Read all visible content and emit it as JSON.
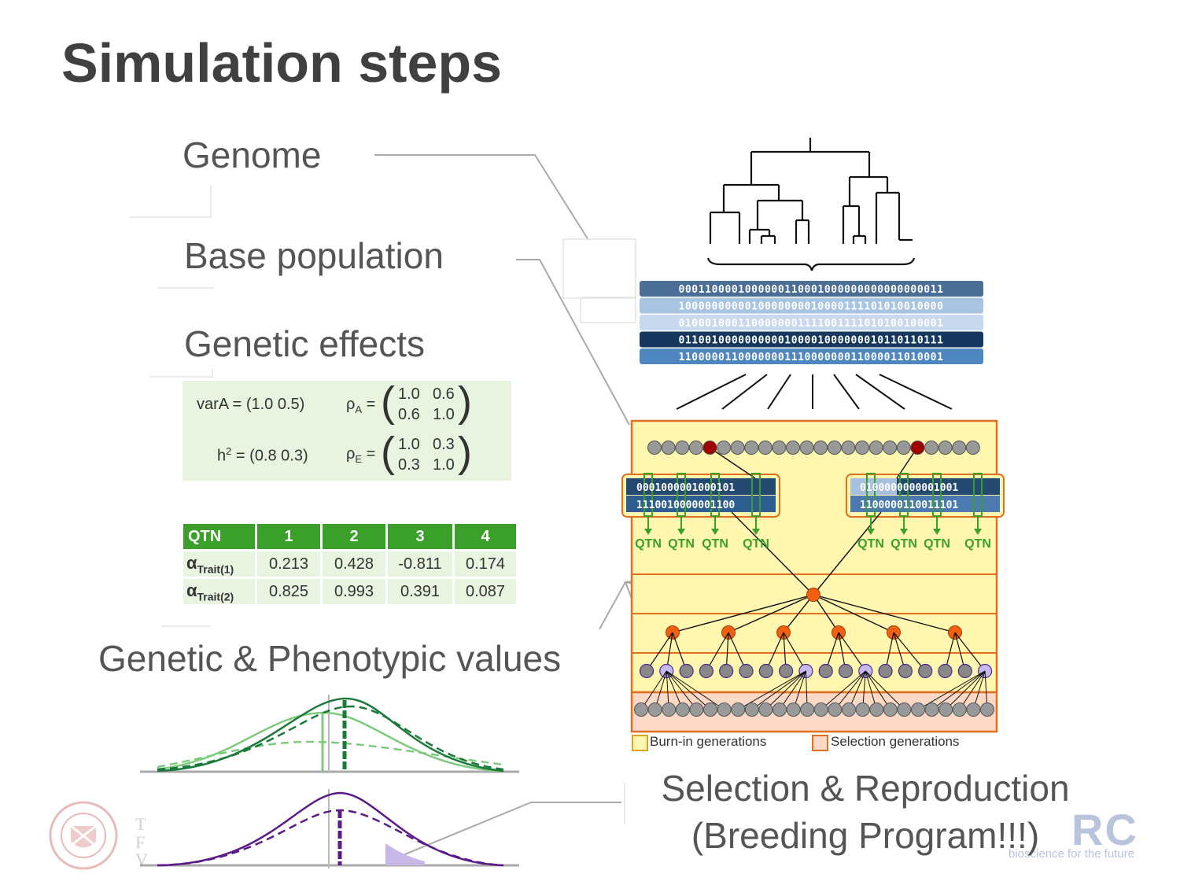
{
  "title": "Simulation steps",
  "steps": {
    "genome": "Genome",
    "base_population": "Base population",
    "genetic_effects": "Genetic effects",
    "genetic_phenotypic": "Genetic & Phenotypic values",
    "selection_line1": "Selection & Reproduction",
    "selection_line2": "(Breeding Program!!!)"
  },
  "params": {
    "varA_label": "varA = (1.0  0.5)",
    "h2_label": "h",
    "h2_sup": "2",
    "h2_values": " = (0.8  0.3)",
    "rhoA_label": "ρ",
    "rhoA_sub": "A",
    "rhoE_label": "ρ",
    "rhoE_sub": "E",
    "equals": "=",
    "rhoA_matrix": [
      [
        "1.0",
        "0.6"
      ],
      [
        "0.6",
        "1.0"
      ]
    ],
    "rhoE_matrix": [
      [
        "1.0",
        "0.3"
      ],
      [
        "0.3",
        "1.0"
      ]
    ]
  },
  "qtn_table": {
    "header": [
      "QTN",
      "1",
      "2",
      "3",
      "4"
    ],
    "rows": [
      {
        "label": "α",
        "sub": "Trait(1)",
        "values": [
          "0.213",
          "0.428",
          "-0.811",
          "0.174"
        ]
      },
      {
        "label": "α",
        "sub": "Trait(2)",
        "values": [
          "0.825",
          "0.993",
          "0.391",
          "0.087"
        ]
      }
    ]
  },
  "genome_strings": [
    "0001100001000000110001000000000000000011",
    "1000000000010000000010000111101010010000",
    "0100010001100000001111001111010100100001",
    "0110010000000000100001000000010110110111",
    "1100000110000000111000000011000011010001"
  ],
  "haplotypes_left": [
    "0001000001000101",
    "1110010000001100"
  ],
  "haplotypes_right": [
    "0100000000001001",
    "1100000110011101"
  ],
  "qtn_label": "QTN",
  "legend": {
    "burn_in": "Burn-in generations",
    "selection": "Selection generations"
  },
  "logo": {
    "bbsrc_text": "RC",
    "bbsrc_tagline": "bioscience for the future"
  },
  "colors": {
    "green_header": "#3aa02a",
    "param_bg": "#e8f4e0",
    "burn_in_bg": "#fff7b0",
    "selection_bg": "#fbd9c6",
    "frame": "#e07020",
    "qtn_green": "#3aa02a",
    "node_grey": "#999999",
    "node_red": "#a00000",
    "node_orange": "#f06010",
    "node_lilac": "#c8b8f0",
    "trait1_light": "#7fc97f",
    "trait1_dark": "#1b7a3a",
    "trait2": "#5a1a8a"
  }
}
